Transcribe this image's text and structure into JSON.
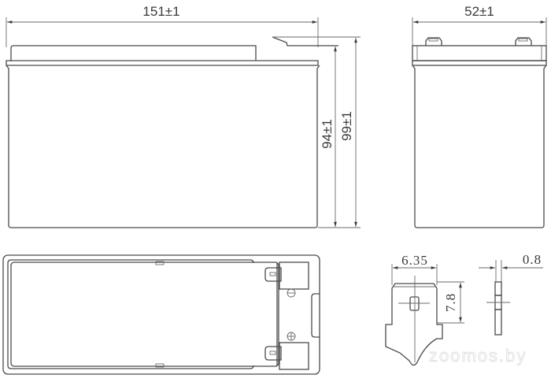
{
  "drawing": {
    "front_view": {
      "width_label": "151±1",
      "height_case_label": "94±1",
      "height_total_label": "99±1"
    },
    "side_view": {
      "width_label": "52±1"
    },
    "top_view": {
      "negative_symbol": "⊖",
      "positive_symbol": "⊕"
    },
    "terminal_detail": {
      "width_label": "6.35",
      "height_label": "7.8",
      "thickness_label": "0.8"
    },
    "watermark": "zoomos.by"
  },
  "colors": {
    "line": "#4a4a4a",
    "background": "#ffffff"
  }
}
